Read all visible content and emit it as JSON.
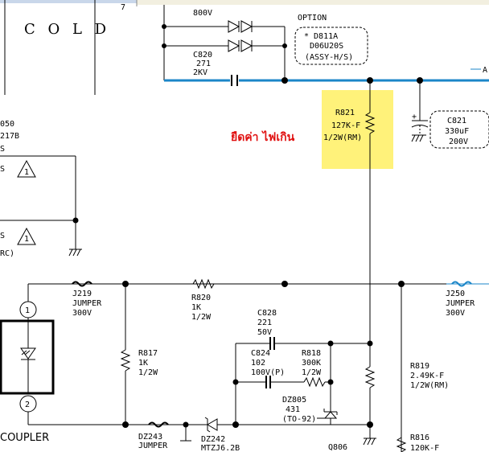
{
  "labels": {
    "cold": "C O L D",
    "v800": "800V",
    "option": "OPTION",
    "opt1": "* D811A",
    "opt2": "D06U20S",
    "opt3": "(ASSY-H/S)",
    "c820_1": "C820",
    "c820_2": "271",
    "c820_3": "2KV",
    "r821_1": "R821",
    "r821_2": "127K-F",
    "r821_3": "1/2W(RM)",
    "thai_note": "ยืดค่า ไฟเกิน",
    "c821_1": "C821",
    "c821_2": "330uF",
    "c821_3": "200V",
    "left_050": "050",
    "left_217b": "217B",
    "left_s": "S",
    "tri_s1": "S",
    "tri_1": "1",
    "tri_s2": "S",
    "tri_2": "1",
    "rc": "RC)",
    "j219_1": "J219",
    "j219_2": "JUMPER",
    "j219_3": "300V",
    "r820_1": "R820",
    "r820_2": "1K",
    "r820_3": "1/2W",
    "j250_1": "J250",
    "j250_2": "JUMPER",
    "j250_3": "300V",
    "c828_1": "C828",
    "c828_2": "221",
    "c828_3": "50V",
    "c824_1": "C824",
    "c824_2": "102",
    "c824_3": "100V(P)",
    "r818_1": "R818",
    "r818_2": "300K",
    "r818_3": "1/2W",
    "r817_1": "R817",
    "r817_2": "1K",
    "r817_3": "1/2W",
    "r819_1": "R819",
    "r819_2": "2.49K-F",
    "r819_3": "1/2W(RM)",
    "dz805_1": "DZ805",
    "dz805_2": "431",
    "dz805_3": "(TO-92)",
    "pin1": "1",
    "pin2": "2",
    "coupler": "COUPLER",
    "dz243_1": "DZ243",
    "dz243_2": "JUMPER",
    "dz242_1": "DZ242",
    "dz242_2": "MTZJ6.2B",
    "q806": "Q806",
    "r816_1": "R816",
    "r816_2": "120K-F",
    "a_edge": "A",
    "seven": "7"
  },
  "colors": {
    "highlight": "#fff27a",
    "note": "#e01010",
    "blue_wire": "#1b86c8"
  }
}
